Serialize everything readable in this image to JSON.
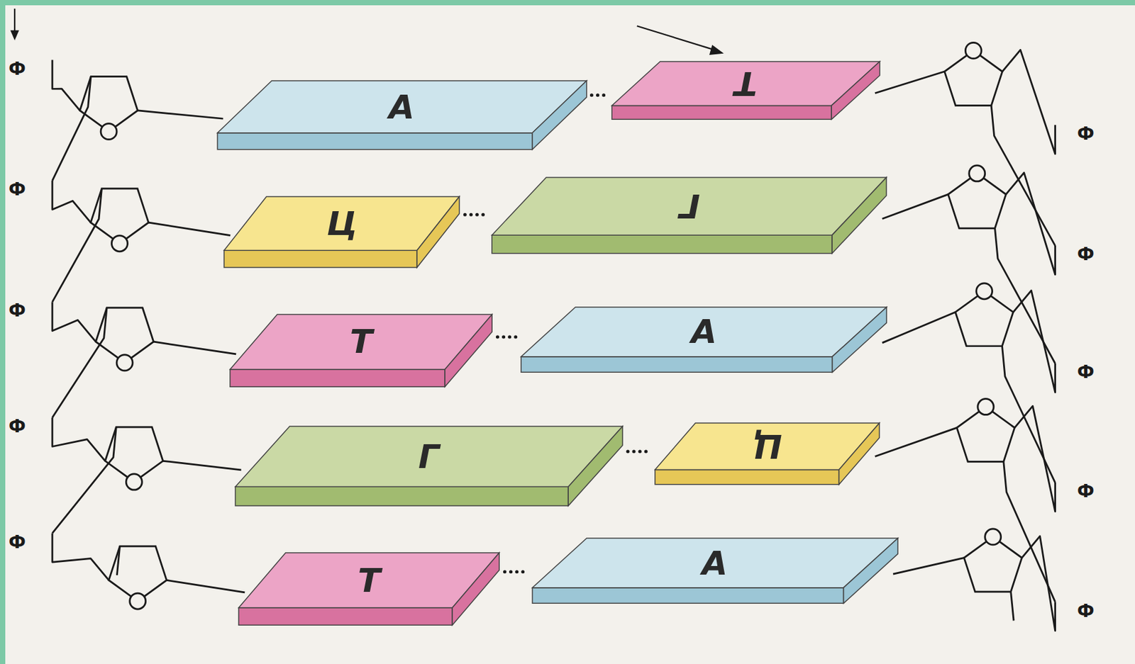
{
  "diagram": {
    "nodes": [
      {
        "text": [
          "А"
        ]
      },
      {
        "text": [
          "Т"
        ]
      },
      {
        "text": [
          "Ц"
        ]
      },
      {
        "text": [
          "Г"
        ]
      },
      {
        "text": [
          "Т"
        ]
      },
      {
        "text": [
          "А"
        ]
      },
      {
        "text": [
          "Г"
        ]
      },
      {
        "text": [
          "Ц"
        ]
      },
      {
        "text": [
          "Т"
        ]
      },
      {
        "text": [
          "А"
        ]
      }
    ],
    "edges": [
      {
        "from": 0,
        "to": 1,
        "arrow": "none"
      },
      {
        "from": 2,
        "to": 3,
        "arrow": "none"
      },
      {
        "from": 4,
        "to": 5,
        "arrow": "none"
      },
      {
        "from": 6,
        "to": 7,
        "arrow": "none"
      },
      {
        "from": 8,
        "to": 9,
        "arrow": "none"
      }
    ],
    "labels": [
      "Ф",
      "Ф",
      "Ф",
      "Ф",
      "Ф",
      "Ф",
      "Ф",
      "Ф",
      "Ф",
      "Ф"
    ]
  }
}
